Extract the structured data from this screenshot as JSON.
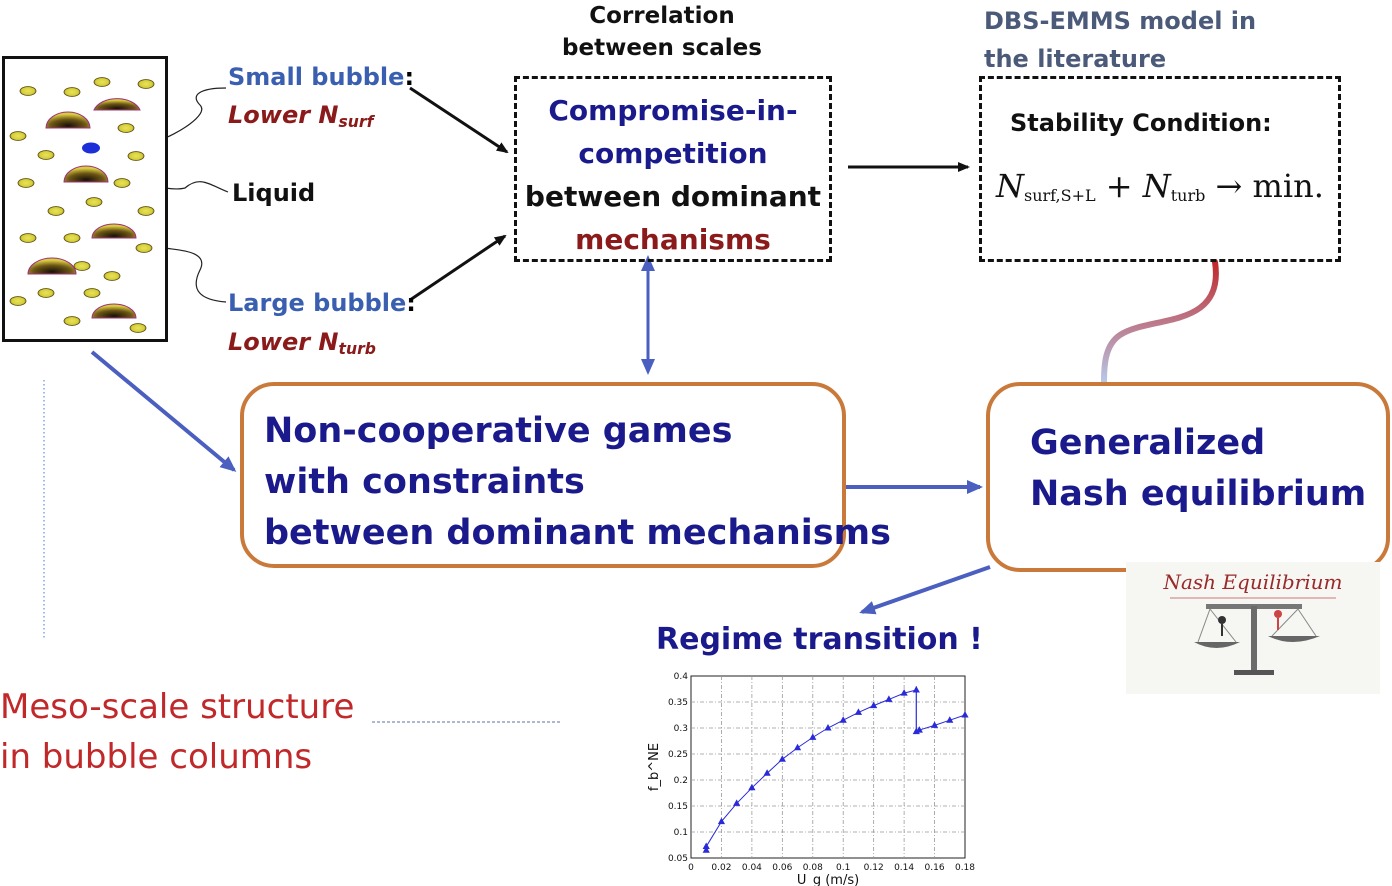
{
  "column": {
    "small_bubble_label": "Small bubble",
    "small_bubble_colon": ":",
    "small_bubble_sub_prefix": "Lower N",
    "small_bubble_sub_index": "surf",
    "liquid_label": "Liquid",
    "large_bubble_label": "Large bubble",
    "large_bubble_colon": ":",
    "large_bubble_sub_prefix": "Lower N",
    "large_bubble_sub_index": "turb"
  },
  "correlation": {
    "title_line1": "Correlation",
    "title_line2": "between scales",
    "box_line1": "Compromise-in-",
    "box_line2": "competition",
    "box_line3": "between dominant",
    "box_line4": "mechanisms"
  },
  "dbs": {
    "title_line1": "DBS-EMMS model in",
    "title_line2": "the literature",
    "stability_label": "Stability Condition:",
    "formula_n1": "N",
    "formula_sub1": "surf,S+L",
    "formula_plus": "+",
    "formula_n2": "N",
    "formula_sub2": "turb",
    "formula_arrow": "→",
    "formula_min": "min."
  },
  "games_box": {
    "line1": "Non-cooperative games",
    "line2": "with constraints",
    "line3": "between dominant mechanisms"
  },
  "nash_box": {
    "line1": "Generalized",
    "line2": "Nash equilibrium"
  },
  "nash_picture": {
    "caption": "Nash Equilibrium"
  },
  "regime": {
    "title": "Regime transition !"
  },
  "meso": {
    "line1": "Meso-scale structure",
    "line2": "in bubble columns"
  },
  "colors": {
    "blue_text": "#1a1a8c",
    "label_blue": "#3a5fb0",
    "dark_red": "#8b1a1a",
    "box_border": "#c97a3a",
    "arrow_blue": "#4a5fbf",
    "meso_red": "#c0282a"
  },
  "chart_data": {
    "type": "line",
    "xlabel": "U_g (m/s)",
    "ylabel": "f_b^NE",
    "xlim": [
      0,
      0.18
    ],
    "ylim": [
      0.05,
      0.4
    ],
    "xticks": [
      "0",
      "0.02",
      "0.04",
      "0.06",
      "0.08",
      "0.1",
      "0.12",
      "0.14",
      "0.16",
      "0.18"
    ],
    "yticks": [
      "0.05",
      "0.1",
      "0.15",
      "0.2",
      "0.25",
      "0.3",
      "0.35",
      "0.4"
    ],
    "grid": true,
    "series": [
      {
        "x": [
          0.01,
          0.01,
          0.02,
          0.03,
          0.04,
          0.05,
          0.06,
          0.07,
          0.08,
          0.09,
          0.1,
          0.11,
          0.12,
          0.13,
          0.14,
          0.148
        ],
        "y": [
          0.065,
          0.072,
          0.12,
          0.155,
          0.185,
          0.213,
          0.24,
          0.262,
          0.282,
          0.3,
          0.315,
          0.33,
          0.343,
          0.355,
          0.367,
          0.373
        ]
      },
      {
        "x": [
          0.148,
          0.15,
          0.16,
          0.17,
          0.18
        ],
        "y": [
          0.293,
          0.296,
          0.305,
          0.315,
          0.325
        ]
      }
    ],
    "transition": {
      "x": 0.148,
      "from": 0.293,
      "to": 0.38
    }
  }
}
